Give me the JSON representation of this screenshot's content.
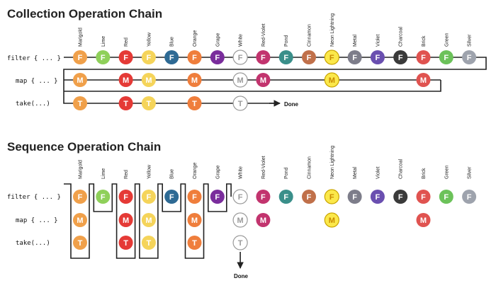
{
  "collection": {
    "title": "Collection Operation Chain",
    "ops": [
      "filter { ... }",
      "map { ... }",
      "take(...)"
    ],
    "done_label": "Done"
  },
  "sequence": {
    "title": "Sequence Operation Chain",
    "ops": [
      "filter { ... }",
      "map { ... }",
      "take(...)"
    ],
    "done_label": "Done"
  },
  "letters": {
    "filter": "F",
    "map": "M",
    "take": "T"
  },
  "items": [
    {
      "name": "Marigold",
      "color": "#f0a04a",
      "passes_filter": true,
      "passes_map": true,
      "taken": true
    },
    {
      "name": "Lime",
      "color": "#8fd05a",
      "passes_filter": false,
      "passes_map": false,
      "taken": false
    },
    {
      "name": "Red",
      "color": "#e53a36",
      "passes_filter": true,
      "passes_map": true,
      "taken": true
    },
    {
      "name": "Yellow",
      "color": "#f5d45a",
      "passes_filter": true,
      "passes_map": true,
      "taken": true
    },
    {
      "name": "Blue",
      "color": "#2e6a94",
      "passes_filter": false,
      "passes_map": false,
      "taken": false
    },
    {
      "name": "Orange",
      "color": "#ef7e3c",
      "passes_filter": true,
      "passes_map": true,
      "taken": true
    },
    {
      "name": "Grape",
      "color": "#7a2d9c",
      "passes_filter": false,
      "passes_map": false,
      "taken": false
    },
    {
      "name": "White",
      "color": "#ffffff",
      "passes_filter": true,
      "passes_map": true,
      "taken": true
    },
    {
      "name": "Red-Violet",
      "color": "#c2346e",
      "passes_filter": true,
      "passes_map": true,
      "taken": false
    },
    {
      "name": "Pond",
      "color": "#3a8f8a",
      "passes_filter": false,
      "passes_map": false,
      "taken": false
    },
    {
      "name": "Cinnamon",
      "color": "#c0704a",
      "passes_filter": false,
      "passes_map": false,
      "taken": false
    },
    {
      "name": "Neon Lightning",
      "color": "#fbe84a",
      "passes_filter": true,
      "passes_map": true,
      "taken": false
    },
    {
      "name": "Metal",
      "color": "#7d7d8a",
      "passes_filter": false,
      "passes_map": false,
      "taken": false
    },
    {
      "name": "Violet",
      "color": "#6a4fb0",
      "passes_filter": false,
      "passes_map": false,
      "taken": false
    },
    {
      "name": "Charcoal",
      "color": "#3a3a3a",
      "passes_filter": false,
      "passes_map": false,
      "taken": false
    },
    {
      "name": "Brick",
      "color": "#e05350",
      "passes_filter": true,
      "passes_map": true,
      "taken": false
    },
    {
      "name": "Green",
      "color": "#6cc25a",
      "passes_filter": false,
      "passes_map": false,
      "taken": false
    },
    {
      "name": "Silver",
      "color": "#9ea3ad",
      "passes_filter": false,
      "passes_map": false,
      "taken": false
    }
  ],
  "sequence_processed_count": 8
}
